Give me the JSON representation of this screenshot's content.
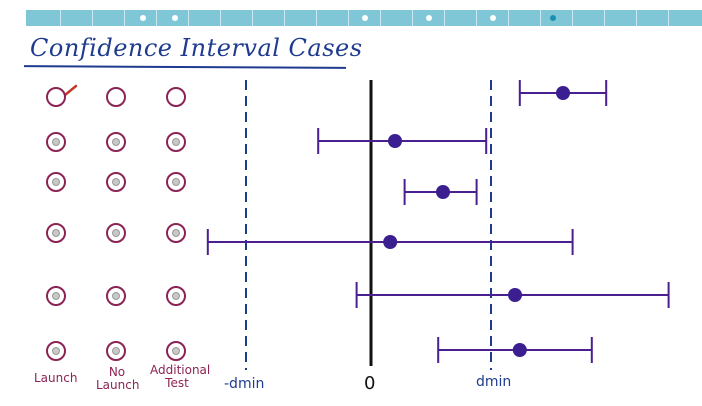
{
  "title": "Confidence Interval Cases",
  "column_labels": {
    "launch": "Launch",
    "no_launch": "No Launch",
    "additional_test": "Additional Test"
  },
  "axis_labels": {
    "neg_dmin": "-dmin",
    "zero": "0",
    "dmin": "dmin"
  },
  "rows": [
    {
      "checked": "launch",
      "radios_filled": false,
      "ci": {
        "low": 1.55,
        "mean": 2.0,
        "high": 2.45
      }
    },
    {
      "checked": null,
      "radios_filled": true,
      "ci": {
        "low": -0.55,
        "mean": 0.25,
        "high": 1.2
      }
    },
    {
      "checked": null,
      "radios_filled": true,
      "ci": {
        "low": 0.35,
        "mean": 0.75,
        "high": 1.1
      }
    },
    {
      "checked": null,
      "radios_filled": true,
      "ci": {
        "low": -1.7,
        "mean": 0.2,
        "high": 2.1
      }
    },
    {
      "checked": null,
      "radios_filled": true,
      "ci": {
        "low": -0.15,
        "mean": 1.5,
        "high": 3.1
      }
    },
    {
      "checked": null,
      "radios_filled": true,
      "ci": {
        "low": 0.7,
        "mean": 1.55,
        "high": 2.3
      }
    }
  ],
  "scale": {
    "zero_value": 0,
    "dmin_value": 1.25,
    "neg_dmin_value": -1.25
  },
  "colors": {
    "accent": "#4a1f8f",
    "radio": "#8b2455",
    "title": "#1e3b8f",
    "dashed": "#1e3b8f",
    "topbar": "#7fc7d6"
  }
}
